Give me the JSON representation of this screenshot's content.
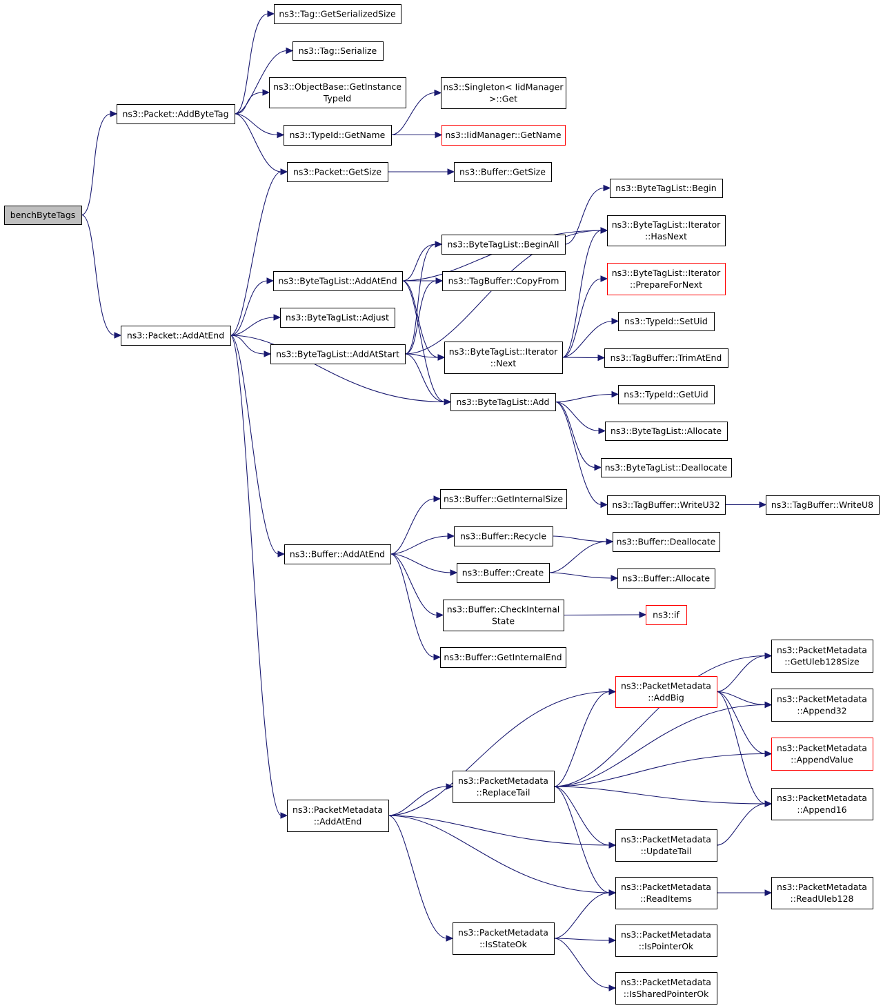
{
  "graph": {
    "root": "benchByteTags",
    "nodes": {
      "bench": {
        "lines": [
          "benchByteTags"
        ],
        "root": true
      },
      "addByteTag": {
        "lines": [
          "ns3::Packet::AddByteTag"
        ]
      },
      "addAtEndPkt": {
        "lines": [
          "ns3::Packet::AddAtEnd"
        ]
      },
      "tagGetSerSize": {
        "lines": [
          "ns3::Tag::GetSerializedSize"
        ]
      },
      "tagSerialize": {
        "lines": [
          "ns3::Tag::Serialize"
        ]
      },
      "objGetInst": {
        "lines": [
          "ns3::ObjectBase::GetInstance",
          "TypeId"
        ]
      },
      "typeIdGetName": {
        "lines": [
          "ns3::TypeId::GetName"
        ]
      },
      "pktGetSize": {
        "lines": [
          "ns3::Packet::GetSize"
        ]
      },
      "singletonGet": {
        "lines": [
          "ns3::Singleton< IidManager",
          ">::Get"
        ]
      },
      "iidGetName": {
        "lines": [
          "ns3::IidManager::GetName"
        ],
        "red": true
      },
      "bufGetSize": {
        "lines": [
          "ns3::Buffer::GetSize"
        ]
      },
      "btlBegin": {
        "lines": [
          "ns3::ByteTagList::Begin"
        ]
      },
      "btlIterHasNext": {
        "lines": [
          "ns3::ByteTagList::Iterator",
          "::HasNext"
        ]
      },
      "btlBeginAll": {
        "lines": [
          "ns3::ByteTagList::BeginAll"
        ]
      },
      "btlAddAtEnd": {
        "lines": [
          "ns3::ByteTagList::AddAtEnd"
        ]
      },
      "tbCopyFrom": {
        "lines": [
          "ns3::TagBuffer::CopyFrom"
        ]
      },
      "btlIterPrep": {
        "lines": [
          "ns3::ByteTagList::Iterator",
          "::PrepareForNext"
        ],
        "red": true
      },
      "btlAdjust": {
        "lines": [
          "ns3::ByteTagList::Adjust"
        ]
      },
      "typeIdSetUid": {
        "lines": [
          "ns3::TypeId::SetUid"
        ]
      },
      "btlAddAtStart": {
        "lines": [
          "ns3::ByteTagList::AddAtStart"
        ]
      },
      "btlIterNext": {
        "lines": [
          "ns3::ByteTagList::Iterator",
          "::Next"
        ]
      },
      "tbTrimAtEnd": {
        "lines": [
          "ns3::TagBuffer::TrimAtEnd"
        ]
      },
      "btlAdd": {
        "lines": [
          "ns3::ByteTagList::Add"
        ]
      },
      "typeIdGetUid": {
        "lines": [
          "ns3::TypeId::GetUid"
        ]
      },
      "btlAllocate": {
        "lines": [
          "ns3::ByteTagList::Allocate"
        ]
      },
      "btlDeallocate": {
        "lines": [
          "ns3::ByteTagList::Deallocate"
        ]
      },
      "tbWriteU32": {
        "lines": [
          "ns3::TagBuffer::WriteU32"
        ]
      },
      "tbWriteU8": {
        "lines": [
          "ns3::TagBuffer::WriteU8"
        ]
      },
      "bufGetIntSize": {
        "lines": [
          "ns3::Buffer::GetInternalSize"
        ]
      },
      "bufRecycle": {
        "lines": [
          "ns3::Buffer::Recycle"
        ]
      },
      "bufDealloc": {
        "lines": [
          "ns3::Buffer::Deallocate"
        ]
      },
      "bufAddAtEnd": {
        "lines": [
          "ns3::Buffer::AddAtEnd"
        ]
      },
      "bufCreate": {
        "lines": [
          "ns3::Buffer::Create"
        ]
      },
      "bufAllocate": {
        "lines": [
          "ns3::Buffer::Allocate"
        ]
      },
      "bufCheck": {
        "lines": [
          "ns3::Buffer::CheckInternal",
          "State"
        ]
      },
      "ns3if": {
        "lines": [
          "ns3::if"
        ],
        "red": true
      },
      "bufGetIntEnd": {
        "lines": [
          "ns3::Buffer::GetInternalEnd"
        ]
      },
      "pmGetUleb": {
        "lines": [
          "ns3::PacketMetadata",
          "::GetUleb128Size"
        ]
      },
      "pmAddBig": {
        "lines": [
          "ns3::PacketMetadata",
          "::AddBig"
        ],
        "red": true
      },
      "pmAppend32": {
        "lines": [
          "ns3::PacketMetadata",
          "::Append32"
        ]
      },
      "pmAppendValue": {
        "lines": [
          "ns3::PacketMetadata",
          "::AppendValue"
        ],
        "red": true
      },
      "pmReplaceTail": {
        "lines": [
          "ns3::PacketMetadata",
          "::ReplaceTail"
        ]
      },
      "pmAppend16": {
        "lines": [
          "ns3::PacketMetadata",
          "::Append16"
        ]
      },
      "pmAddAtEnd": {
        "lines": [
          "ns3::PacketMetadata",
          "::AddAtEnd"
        ]
      },
      "pmUpdateTail": {
        "lines": [
          "ns3::PacketMetadata",
          "::UpdateTail"
        ]
      },
      "pmReadItems": {
        "lines": [
          "ns3::PacketMetadata",
          "::ReadItems"
        ]
      },
      "pmReadUleb": {
        "lines": [
          "ns3::PacketMetadata",
          "::ReadUleb128"
        ]
      },
      "pmIsStateOk": {
        "lines": [
          "ns3::PacketMetadata",
          "::IsStateOk"
        ]
      },
      "pmIsPointerOk": {
        "lines": [
          "ns3::PacketMetadata",
          "::IsPointerOk"
        ]
      },
      "pmIsShared": {
        "lines": [
          "ns3::PacketMetadata",
          "::IsSharedPointerOk"
        ]
      }
    },
    "edges": [
      [
        "bench",
        "addByteTag"
      ],
      [
        "bench",
        "addAtEndPkt"
      ],
      [
        "addByteTag",
        "tagGetSerSize"
      ],
      [
        "addByteTag",
        "tagSerialize"
      ],
      [
        "addByteTag",
        "objGetInst"
      ],
      [
        "addByteTag",
        "typeIdGetName"
      ],
      [
        "addByteTag",
        "pktGetSize"
      ],
      [
        "typeIdGetName",
        "singletonGet"
      ],
      [
        "typeIdGetName",
        "iidGetName"
      ],
      [
        "pktGetSize",
        "bufGetSize"
      ],
      [
        "addAtEndPkt",
        "pktGetSize"
      ],
      [
        "addAtEndPkt",
        "btlAddAtEnd"
      ],
      [
        "addAtEndPkt",
        "btlAdjust"
      ],
      [
        "addAtEndPkt",
        "btlAddAtStart"
      ],
      [
        "addAtEndPkt",
        "btlAdd"
      ],
      [
        "addAtEndPkt",
        "bufAddAtEnd"
      ],
      [
        "addAtEndPkt",
        "pmAddAtEnd"
      ],
      [
        "btlAddAtEnd",
        "btlIterHasNext"
      ],
      [
        "btlAddAtEnd",
        "btlBeginAll"
      ],
      [
        "btlAddAtEnd",
        "tbCopyFrom"
      ],
      [
        "btlAddAtEnd",
        "btlIterNext"
      ],
      [
        "btlAddAtEnd",
        "btlAdd"
      ],
      [
        "btlBeginAll",
        "btlBegin"
      ],
      [
        "btlAddAtStart",
        "btlBeginAll"
      ],
      [
        "btlAddAtStart",
        "tbCopyFrom"
      ],
      [
        "btlAddAtStart",
        "btlIterHasNext"
      ],
      [
        "btlAddAtStart",
        "btlIterNext"
      ],
      [
        "btlAddAtStart",
        "btlAdd"
      ],
      [
        "btlIterNext",
        "btlIterHasNext"
      ],
      [
        "btlIterNext",
        "btlIterPrep"
      ],
      [
        "btlIterNext",
        "typeIdSetUid"
      ],
      [
        "btlIterNext",
        "tbTrimAtEnd"
      ],
      [
        "btlAdd",
        "typeIdGetUid"
      ],
      [
        "btlAdd",
        "btlAllocate"
      ],
      [
        "btlAdd",
        "btlDeallocate"
      ],
      [
        "btlAdd",
        "tbWriteU32"
      ],
      [
        "tbWriteU32",
        "tbWriteU8"
      ],
      [
        "bufAddAtEnd",
        "bufGetIntSize"
      ],
      [
        "bufAddAtEnd",
        "bufRecycle"
      ],
      [
        "bufAddAtEnd",
        "bufCreate"
      ],
      [
        "bufAddAtEnd",
        "bufCheck"
      ],
      [
        "bufAddAtEnd",
        "bufGetIntEnd"
      ],
      [
        "bufRecycle",
        "bufDealloc"
      ],
      [
        "bufCreate",
        "bufDealloc"
      ],
      [
        "bufCreate",
        "bufAllocate"
      ],
      [
        "bufCheck",
        "ns3if"
      ],
      [
        "pmAddAtEnd",
        "pmAddBig"
      ],
      [
        "pmAddAtEnd",
        "pmReplaceTail"
      ],
      [
        "pmAddAtEnd",
        "pmUpdateTail"
      ],
      [
        "pmAddAtEnd",
        "pmReadItems"
      ],
      [
        "pmAddAtEnd",
        "pmIsStateOk"
      ],
      [
        "pmReplaceTail",
        "pmGetUleb"
      ],
      [
        "pmReplaceTail",
        "pmAddBig"
      ],
      [
        "pmReplaceTail",
        "pmAppend32"
      ],
      [
        "pmReplaceTail",
        "pmAppendValue"
      ],
      [
        "pmReplaceTail",
        "pmAppend16"
      ],
      [
        "pmReplaceTail",
        "pmUpdateTail"
      ],
      [
        "pmReplaceTail",
        "pmReadItems"
      ],
      [
        "pmAddBig",
        "pmGetUleb"
      ],
      [
        "pmAddBig",
        "pmAppend32"
      ],
      [
        "pmAddBig",
        "pmAppendValue"
      ],
      [
        "pmAddBig",
        "pmAppend16"
      ],
      [
        "pmUpdateTail",
        "pmAppend16"
      ],
      [
        "pmReadItems",
        "pmReadUleb"
      ],
      [
        "pmIsStateOk",
        "pmReadItems"
      ],
      [
        "pmIsStateOk",
        "pmIsPointerOk"
      ],
      [
        "pmIsStateOk",
        "pmIsShared"
      ]
    ]
  }
}
